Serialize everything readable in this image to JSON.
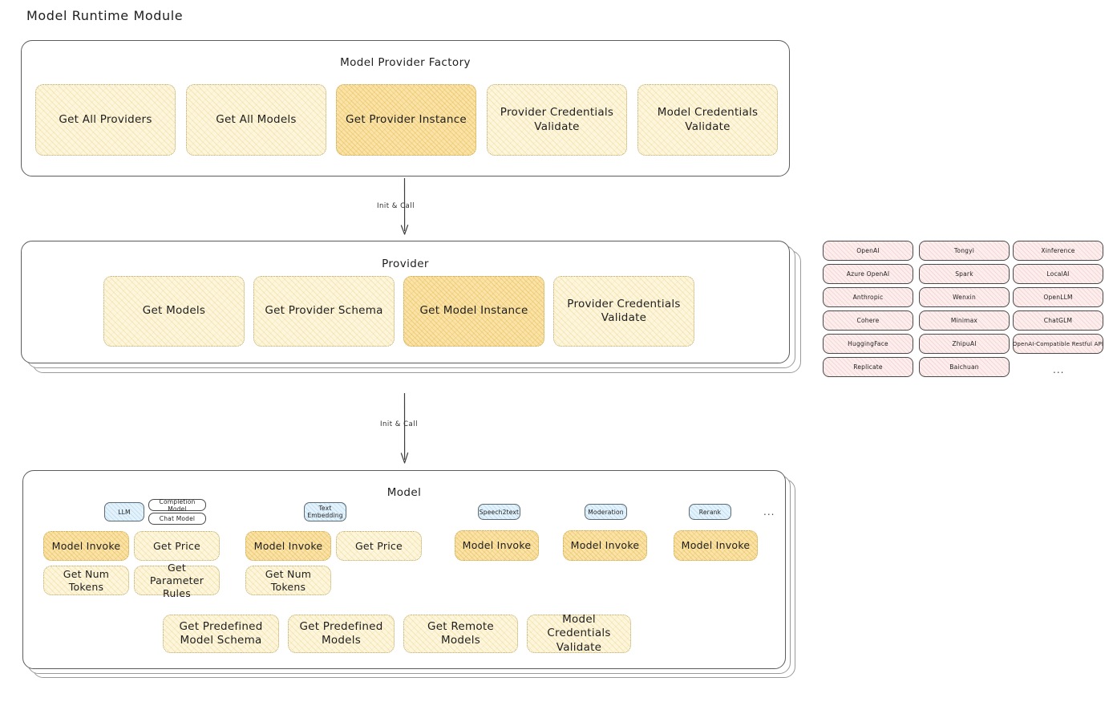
{
  "page": {
    "title": "Model Runtime Module"
  },
  "factory": {
    "title": "Model Provider Factory",
    "items": [
      {
        "label": "Get All Providers",
        "highlight": false
      },
      {
        "label": "Get All Models",
        "highlight": false
      },
      {
        "label": "Get Provider Instance",
        "highlight": true
      },
      {
        "label": "Provider Credentials Validate",
        "highlight": false
      },
      {
        "label": "Model Credentials Validate",
        "highlight": false
      }
    ]
  },
  "arrows": [
    {
      "label": "Init & Call"
    },
    {
      "label": "Init & Call"
    }
  ],
  "provider": {
    "title": "Provider",
    "items": [
      {
        "label": "Get Models",
        "highlight": false
      },
      {
        "label": "Get Provider Schema",
        "highlight": false
      },
      {
        "label": "Get Model Instance",
        "highlight": true
      },
      {
        "label": "Provider Credentials Validate",
        "highlight": false
      }
    ]
  },
  "provider_list": {
    "columns": [
      {
        "items": [
          "OpenAI",
          "Azure OpenAI",
          "Anthropic",
          "Cohere",
          "HuggingFace",
          "Replicate"
        ]
      },
      {
        "items": [
          "Tongyi",
          "Spark",
          "Wenxin",
          "Minimax",
          "ZhipuAI",
          "Baichuan"
        ]
      },
      {
        "items": [
          "Xinference",
          "LocalAI",
          "OpenLLM",
          "ChatGLM",
          "OpenAI-Compatible Restful API"
        ]
      }
    ],
    "more": "..."
  },
  "model": {
    "title": "Model",
    "more": "...",
    "types": [
      {
        "badge": "LLM",
        "badge_style": "blue",
        "sub_badges": [
          "Completion Model",
          "Chat Model"
        ],
        "methods": [
          {
            "label": "Model Invoke",
            "highlight": true
          },
          {
            "label": "Get Price",
            "highlight": false
          },
          {
            "label": "Get Num Tokens",
            "highlight": false
          },
          {
            "label": "Get Parameter Rules",
            "highlight": false
          }
        ]
      },
      {
        "badge": "Text Embedding",
        "badge_style": "blue",
        "sub_badges": [],
        "methods": [
          {
            "label": "Model Invoke",
            "highlight": true
          },
          {
            "label": "Get Price",
            "highlight": false
          },
          {
            "label": "Get Num Tokens",
            "highlight": false
          }
        ]
      },
      {
        "badge": "Speech2text",
        "badge_style": "blue",
        "sub_badges": [],
        "methods": [
          {
            "label": "Model Invoke",
            "highlight": true
          }
        ]
      },
      {
        "badge": "Moderation",
        "badge_style": "blue",
        "sub_badges": [],
        "methods": [
          {
            "label": "Model Invoke",
            "highlight": true
          }
        ]
      },
      {
        "badge": "Rerank",
        "badge_style": "blue",
        "sub_badges": [],
        "methods": [
          {
            "label": "Model Invoke",
            "highlight": true
          }
        ]
      }
    ],
    "shared_methods": [
      {
        "label": "Get Predefined Model Schema"
      },
      {
        "label": "Get Predefined Models"
      },
      {
        "label": "Get Remote Models"
      },
      {
        "label": "Model Credentials Validate"
      }
    ]
  },
  "colors": {
    "chip_fill": "#fdf6dd",
    "chip_fill_highlight": "#fae3a8",
    "badge_blue": "#e3f2fb",
    "provider_chip_fill": "#fdeeee",
    "stroke": "#1e1e1e"
  }
}
